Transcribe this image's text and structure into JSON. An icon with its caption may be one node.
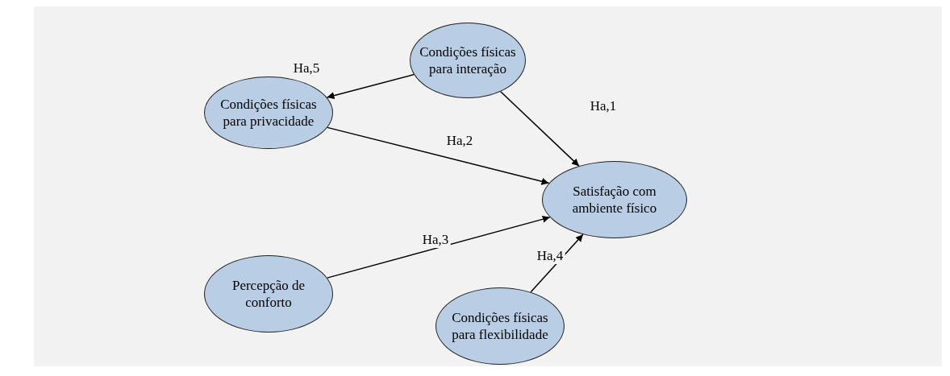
{
  "diagram": {
    "nodes": [
      {
        "text": [
          "Condições físicas para interação"
        ]
      },
      {
        "text": [
          "Condições físicas para privacidade"
        ]
      },
      {
        "text": [
          "Satisfação com ambiente físico"
        ]
      },
      {
        "text": [
          "Percepção de conforto"
        ]
      },
      {
        "text": [
          "Condições físicas para flexibilidade"
        ]
      }
    ],
    "edges": [
      {
        "from": 0,
        "to": 1,
        "arrow": "to",
        "label": "Ha,5"
      },
      {
        "from": 0,
        "to": 2,
        "arrow": "to",
        "label": "Ha,1"
      },
      {
        "from": 1,
        "to": 2,
        "arrow": "to",
        "label": "Ha,2"
      },
      {
        "from": 3,
        "to": 2,
        "arrow": "to",
        "label": "Ha,3"
      },
      {
        "from": 4,
        "to": 2,
        "arrow": "to",
        "label": "Ha,4"
      }
    ]
  }
}
